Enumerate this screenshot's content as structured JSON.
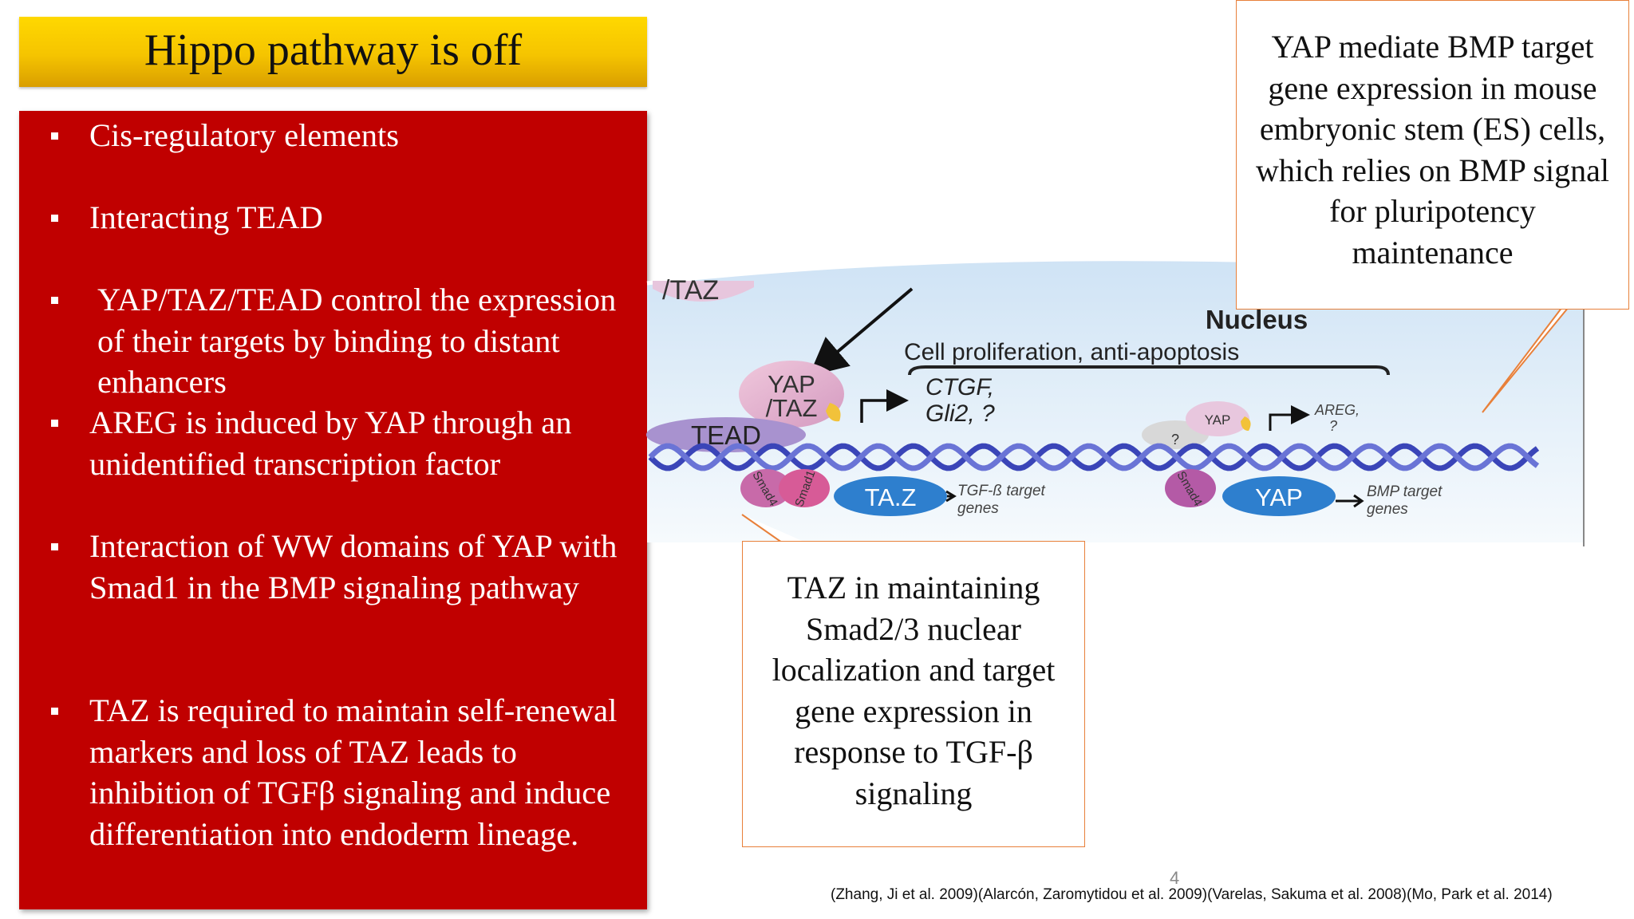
{
  "slide": {
    "title": "Hippo pathway is off",
    "page_number": "4",
    "citation": "(Zhang, Ji et al. 2009)(Alarcón, Zaromytidou et al. 2009)(Varelas, Sakuma et al. 2008)(Mo, Park et al. 2014)"
  },
  "bullets": [
    "Cis-regulatory elements",
    "Interacting TEAD",
    "YAP/TAZ/TEAD control the expression of their targets by binding to distant enhancers",
    "AREG is induced by YAP through an unidentified transcription factor",
    "Interaction of WW domains of YAP with Smad1 in the BMP signaling pathway",
    "TAZ is required to maintain self-renewal markers and loss of TAZ leads to inhibition of TGFβ signaling and induce differentiation into endoderm lineage."
  ],
  "callouts": {
    "top_right": "YAP mediate BMP target gene expression in mouse embryonic stem (ES) cells, which relies on BMP signal for pluripotency maintenance",
    "bottom": "TAZ in maintaining Smad2/3 nuclear localization and target gene expression in response to TGF-β signaling"
  },
  "diagram": {
    "nucleus_label": "Nucleus",
    "process_label": "Cell proliferation, anti-apoptosis",
    "target_genes_1": "CTGF,",
    "target_genes_2": "Gli2, ?",
    "yap_taz_line1": "YAP",
    "yap_taz_line2": "/TAZ",
    "partial_taz": "/TAZ",
    "tead_label": "TEAD",
    "small_yap": "YAP",
    "question": "?",
    "areg_line1": "AREG,",
    "areg_line2": "?",
    "smad_a": "Smad4",
    "smad_b": "Smad1",
    "smad_c": "Smad4",
    "taz_oval": "TA.Z",
    "yap_oval": "YAP",
    "tgf_line1": "TGF-ß target",
    "tgf_line2": "genes",
    "bmp_line1": "BMP target",
    "bmp_line2": "genes"
  },
  "colors": {
    "title_gold": "#f5c400",
    "bullet_box_red": "#c00000",
    "callout_border": "#e8803a",
    "oval_blue": "#2e7fce",
    "dna_blue": "#3a45b8"
  }
}
